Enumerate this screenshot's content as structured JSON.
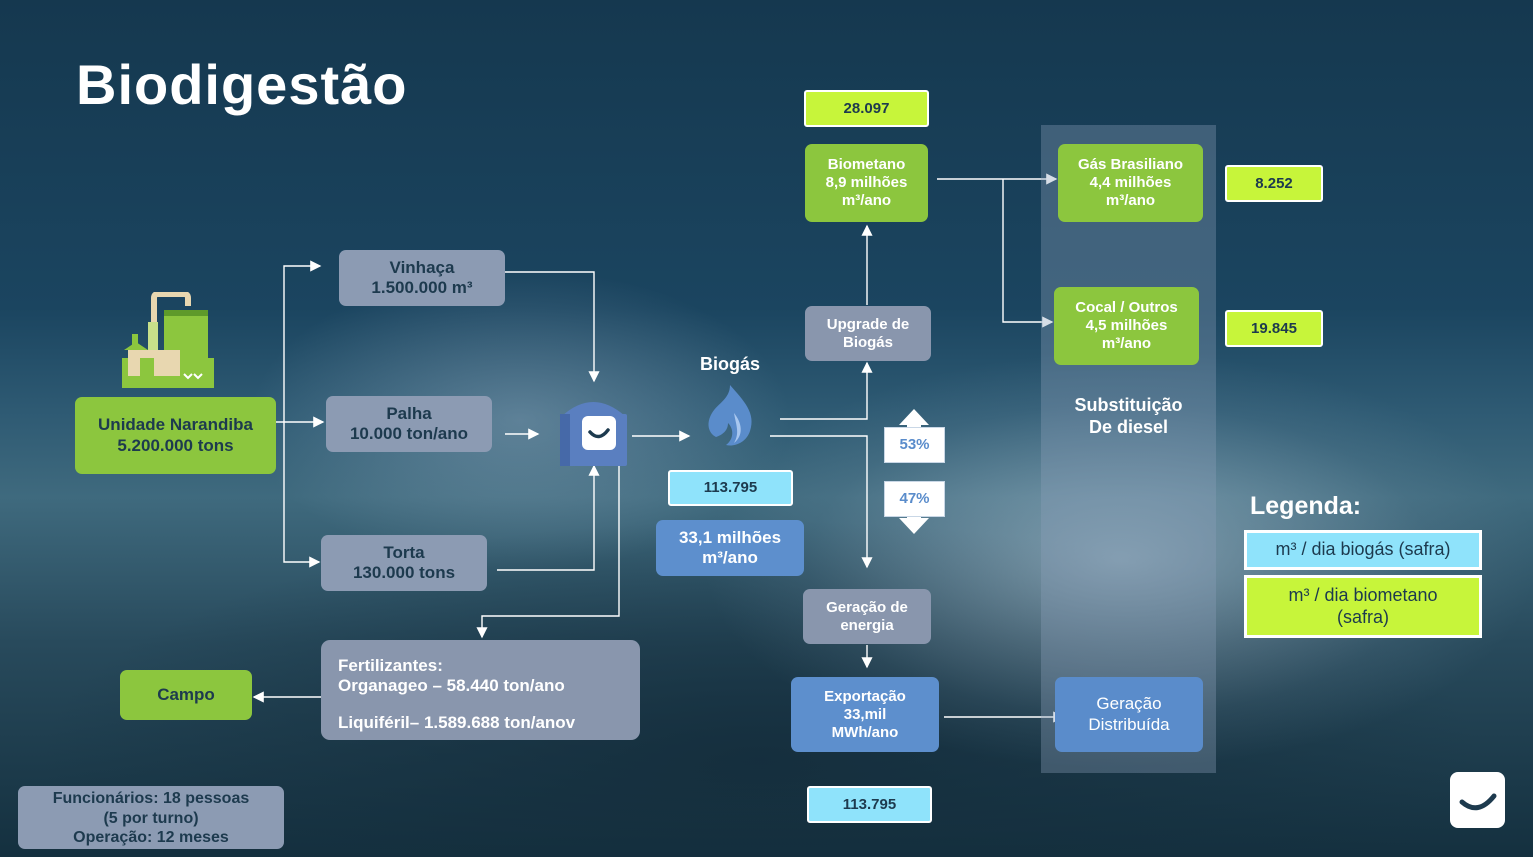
{
  "title": "Biodigestão",
  "source": {
    "name": "Unidade Narandiba",
    "value": "5.200.000 tons"
  },
  "inputs": {
    "vinhaca": {
      "name": "Vinhaça",
      "value": "1.500.000 m³"
    },
    "palha": {
      "name": "Palha",
      "value": "10.000 ton/ano"
    },
    "torta": {
      "name": "Torta",
      "value": "130.000 tons"
    }
  },
  "biogas": {
    "label": "Biogás",
    "daily": "113.795",
    "volume_line1": "33,1 milhões",
    "volume_line2": "m³/ano"
  },
  "percent_up": "53%",
  "percent_down": "47%",
  "upgrade": {
    "line1": "Upgrade de",
    "line2": "Biogás"
  },
  "biometano": {
    "daily": "28.097",
    "line1": "Biometano",
    "line2": "8,9 milhões",
    "line3": "m³/ano"
  },
  "gas_brasiliano": {
    "line1": "Gás Brasiliano",
    "line2": "4,4 milhões",
    "line3": "m³/ano",
    "daily": "8.252"
  },
  "cocal": {
    "line1": "Cocal / Outros",
    "line2": "4,5 milhões",
    "line3": "m³/ano",
    "daily": "19.845"
  },
  "substituicao": {
    "line1": "Substituição",
    "line2": "De diesel"
  },
  "geracao_energia": {
    "line1": "Geração de",
    "line2": "energia"
  },
  "exportacao": {
    "line1": "Exportação",
    "line2": "33,mil",
    "line3": "MWh/ano",
    "daily": "113.795"
  },
  "geracao_distribuida": {
    "line1": "Geração",
    "line2": "Distribuída"
  },
  "fertilizantes": {
    "heading": "Fertilizantes:",
    "item1_name": "Organageo",
    "item1_value": " – 58.440 ton/ano",
    "item2_name": "Liquiféril",
    "item2_value": "– 1.589.688 ton/anov"
  },
  "campo": "Campo",
  "staff": {
    "line1": "Funcionários: 18 pessoas",
    "line2": "(5 por turno)",
    "line3": "Operação: 12 meses"
  },
  "legend": {
    "title": "Legenda:",
    "biogas": "m³ / dia biogás (safra)",
    "biometano_line1": "m³ / dia biometano",
    "biometano_line2": "(safra)"
  },
  "colors": {
    "green": "#8cc63e",
    "lime": "#c7f53a",
    "cyan": "#8fe3fb",
    "grey": "#8996ad",
    "blue": "#5a8ccb"
  }
}
